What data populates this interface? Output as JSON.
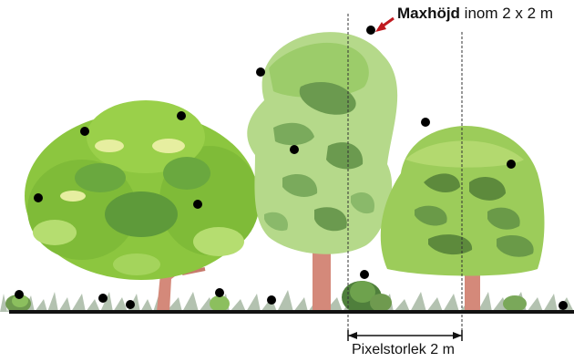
{
  "labels": {
    "max_height_bold": "Maxhöjd",
    "max_height_rest": " inom 2 x 2 m",
    "pixel_size": "Pixelstorlek 2 m"
  },
  "colors": {
    "tree_left_foliage": "#8cc63f",
    "tree_left_dark": "#5e9a3a",
    "tree_middle_foliage": "#b5d98a",
    "tree_middle_dark": "#7aaa5c",
    "tree_right_foliage": "#9ccc5a",
    "tree_right_dark": "#5d8a3c",
    "trunk": "#d4897a",
    "ground": "#111111",
    "grass": "#8fa58a",
    "arrow": "#c0191f",
    "point": "#000000"
  }
}
